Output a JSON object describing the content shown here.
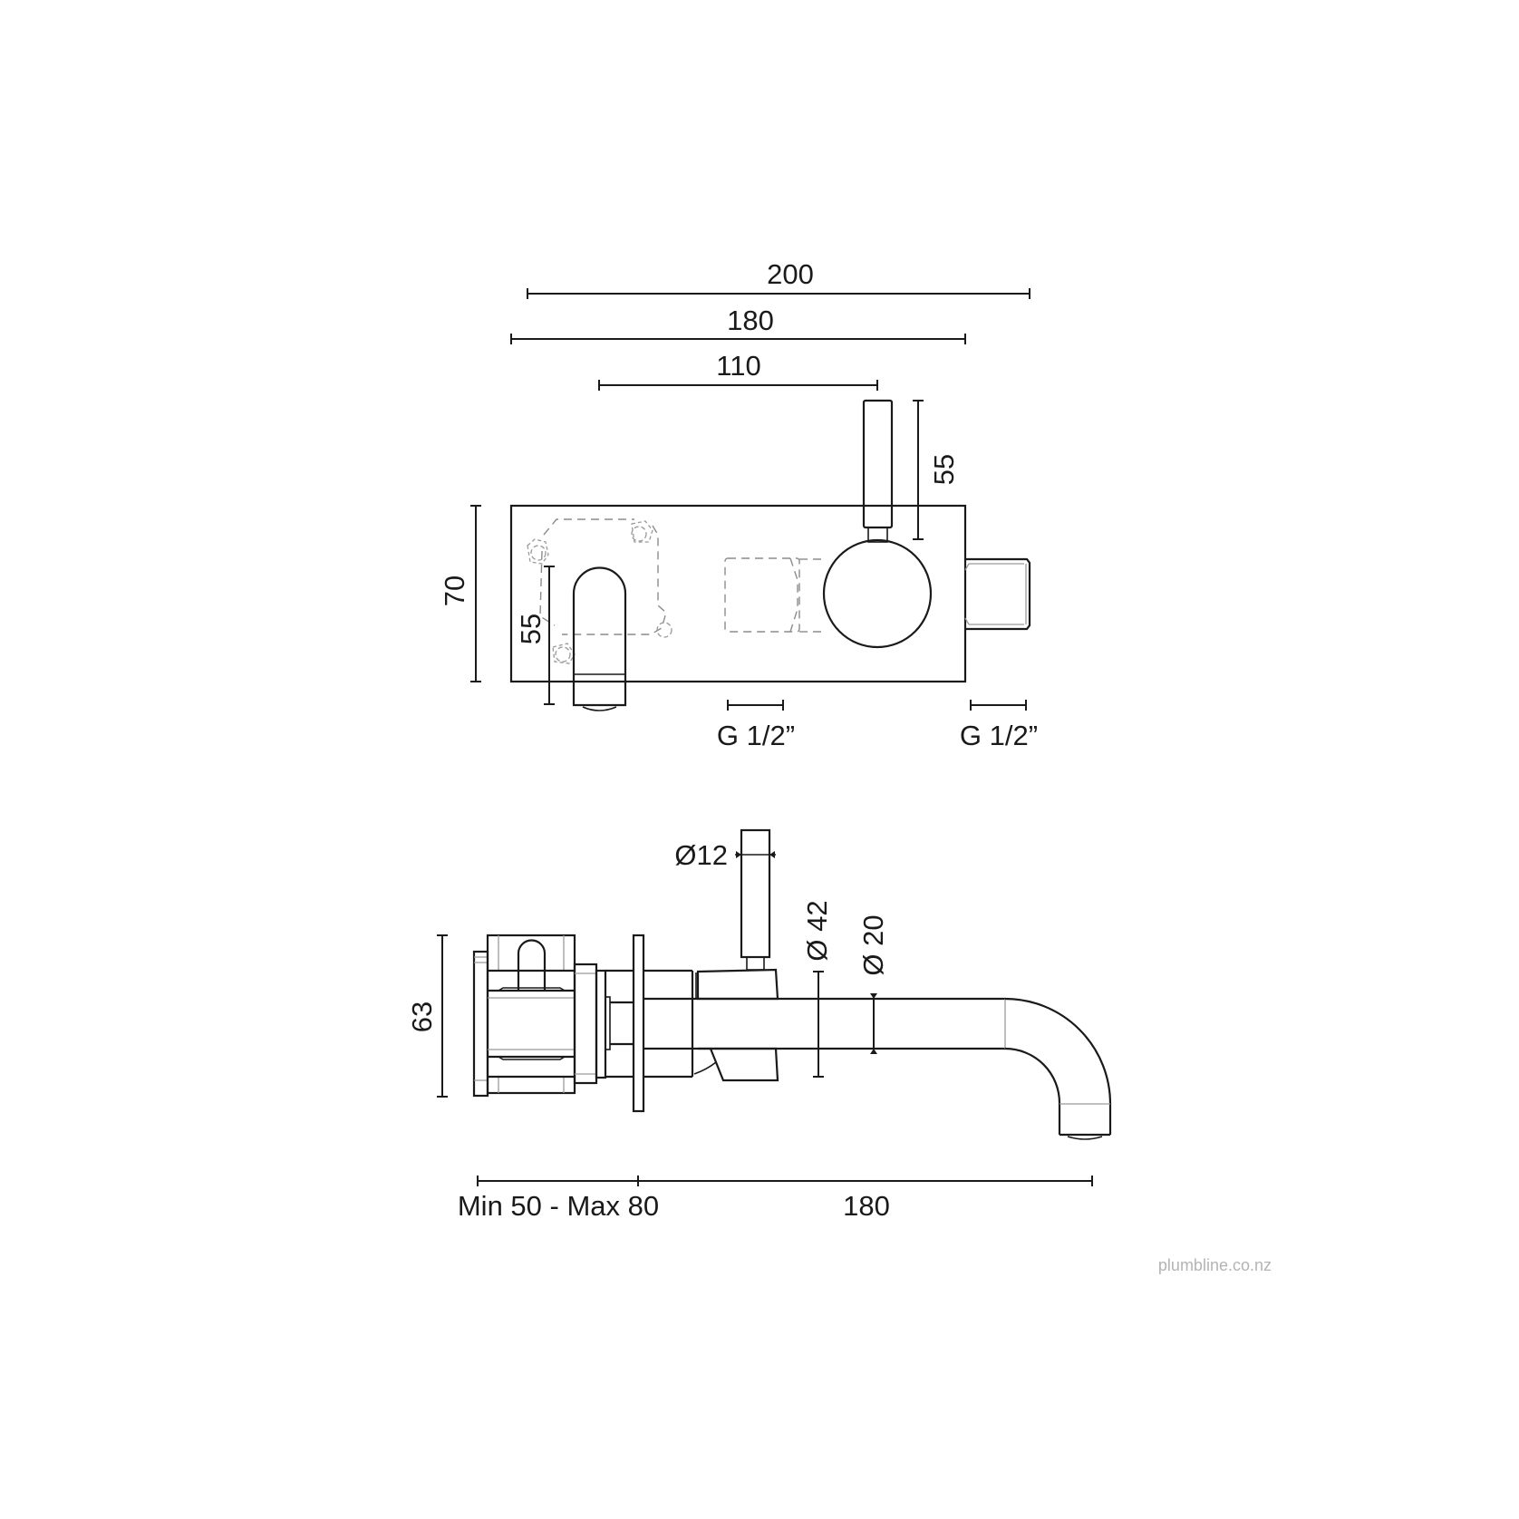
{
  "drawing": {
    "title": "Wall-mounted basin mixer with spout - dimensional drawing",
    "units": "mm",
    "line_color": "#1a1a1a",
    "hidden_line_color": "#8c8c8c",
    "watermark": "plumbline.co.nz"
  },
  "front_view": {
    "dims": {
      "overall_width": "200",
      "plate_width": "180",
      "spout_to_handle": "110",
      "handle_length": "55",
      "plate_height": "70",
      "spout_drop": "55",
      "inlet_1": "G 1/2”",
      "inlet_2": "G 1/2”"
    }
  },
  "side_view": {
    "dims": {
      "handle_diameter": "Ø12",
      "body_diameter": "Ø 42",
      "spout_diameter": "Ø 20",
      "rough_in_height": "63",
      "wall_depth": "Min 50 - Max 80",
      "spout_projection": "180"
    }
  }
}
